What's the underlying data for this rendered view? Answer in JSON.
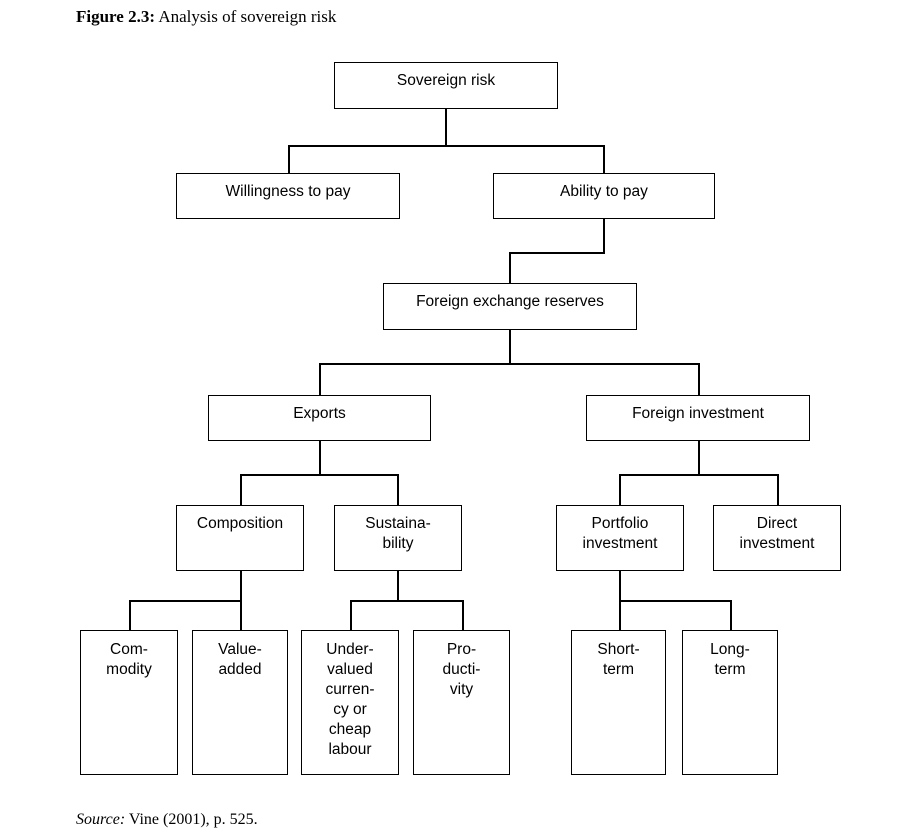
{
  "caption": {
    "figure_label": "Figure 2.3:",
    "title": " Analysis of sovereign risk"
  },
  "source": {
    "label": "Source:",
    "text": " Vine (2001), p. 525."
  },
  "diagram": {
    "type": "tree-flowchart",
    "nodes": {
      "sovereign_risk": "Sovereign risk",
      "willingness_to_pay": "Willingness to pay",
      "ability_to_pay": "Ability to pay",
      "foreign_exchange_reserves": "Foreign exchange reserves",
      "exports": "Exports",
      "foreign_investment": "Foreign investment",
      "composition": "Composition",
      "sustainability": "Sustaina-\nbility",
      "portfolio_investment": "Portfolio\ninvestment",
      "direct_investment": "Direct\ninvestment",
      "commodity": "Com-\nmodity",
      "value_added": "Value-\nadded",
      "undervalued_currency": "Under-\nvalued\ncurren-\ncy or\ncheap\nlabour",
      "productivity": "Pro-\nducti-\nvity",
      "short_term": "Short-\nterm",
      "long_term": "Long-\nterm"
    },
    "edges": [
      [
        "sovereign_risk",
        "willingness_to_pay"
      ],
      [
        "sovereign_risk",
        "ability_to_pay"
      ],
      [
        "ability_to_pay",
        "foreign_exchange_reserves"
      ],
      [
        "foreign_exchange_reserves",
        "exports"
      ],
      [
        "foreign_exchange_reserves",
        "foreign_investment"
      ],
      [
        "exports",
        "composition"
      ],
      [
        "exports",
        "sustainability"
      ],
      [
        "foreign_investment",
        "portfolio_investment"
      ],
      [
        "foreign_investment",
        "direct_investment"
      ],
      [
        "composition",
        "commodity"
      ],
      [
        "composition",
        "value_added"
      ],
      [
        "sustainability",
        "undervalued_currency"
      ],
      [
        "sustainability",
        "productivity"
      ],
      [
        "portfolio_investment",
        "short_term"
      ],
      [
        "portfolio_investment",
        "long_term"
      ]
    ],
    "line_color": "#000000"
  }
}
